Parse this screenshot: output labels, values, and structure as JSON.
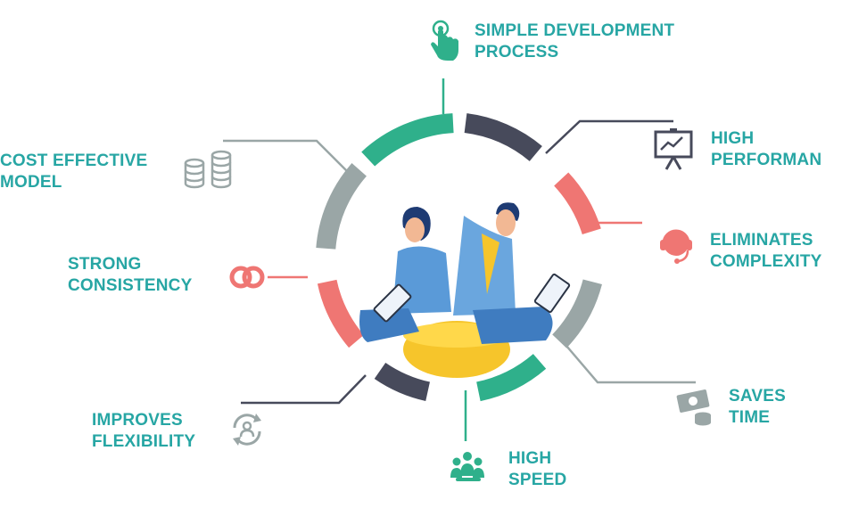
{
  "colors": {
    "teal": "#2fb08b",
    "dark": "#474a5b",
    "coral": "#ef7673",
    "gray": "#9aa6a6",
    "label": "#27a6a4",
    "figure_blue": "#4d8fd1",
    "seat_yellow": "#f6c52b"
  },
  "benefits": {
    "simple_development": {
      "line1": "SIMPLE DEVELOPMENT",
      "line2": "PROCESS",
      "icon": "pointer-hand-icon"
    },
    "high_performance": {
      "line1": "HIGH",
      "line2": "PERFORMAN",
      "icon": "presentation-chart-icon"
    },
    "eliminates_complexity": {
      "line1": "ELIMINATES",
      "line2": "COMPLEXITY",
      "icon": "headset-support-icon"
    },
    "saves_time": {
      "line1": "SAVES",
      "line2": "TIME",
      "icon": "cash-coins-icon"
    },
    "high_speed": {
      "line1": "HIGH",
      "line2": "SPEED",
      "icon": "team-group-icon"
    },
    "improves_flexibility": {
      "line1": "IMPROVES",
      "line2": "FLEXIBILITY",
      "icon": "cycle-user-icon"
    },
    "strong_consistency": {
      "line1": "STRONG",
      "line2": "CONSISTENCY",
      "icon": "linked-rings-icon"
    },
    "cost_effective": {
      "line1": "COST EFFECTIVE",
      "line2": "MODEL",
      "icon": "coin-stacks-icon"
    }
  }
}
